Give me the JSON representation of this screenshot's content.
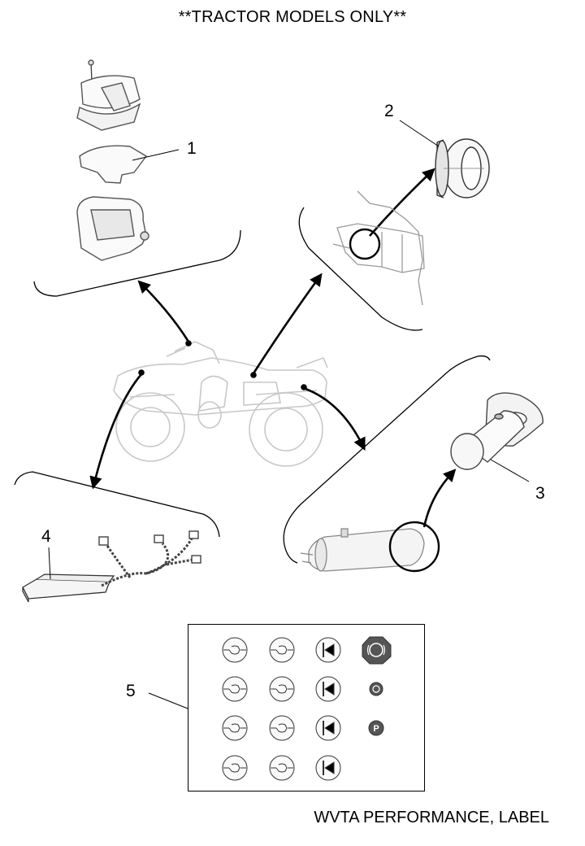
{
  "header": {
    "title": "**TRACTOR MODELS ONLY**"
  },
  "footer": {
    "caption": "WVTA PERFORMANCE, LABEL"
  },
  "callouts": [
    {
      "num": "1",
      "part": "switch-housing-assembly"
    },
    {
      "num": "2",
      "part": "grommet"
    },
    {
      "num": "3",
      "part": "muffler-silencer-insert"
    },
    {
      "num": "4",
      "part": "wire-harness-module"
    },
    {
      "num": "5",
      "part": "performance-label"
    }
  ],
  "label_panel": {
    "rows": [
      [
        "bulb-icon",
        "bulb-icon",
        "turn-signal-icon",
        "brake-warning-octagon-icon"
      ],
      [
        "bulb-icon",
        "bulb-icon",
        "turn-signal-icon",
        "gear-small-icon"
      ],
      [
        "bulb-icon",
        "bulb-icon",
        "turn-signal-icon",
        "parking-brake-p-icon"
      ],
      [
        "bulb-icon",
        "bulb-icon",
        "turn-signal-icon",
        ""
      ]
    ],
    "parking_letter": "P"
  }
}
